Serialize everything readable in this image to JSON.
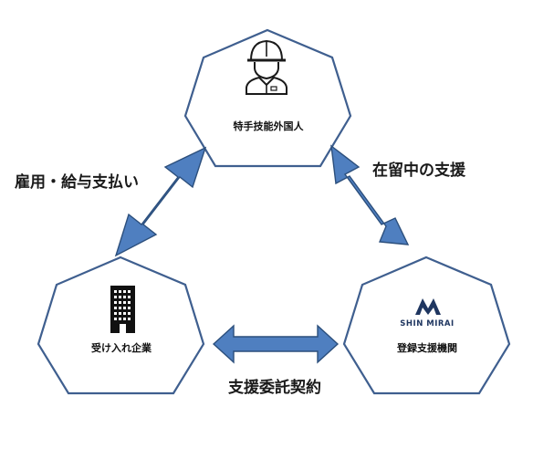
{
  "nodes": {
    "worker": {
      "label": "特手技能外国人",
      "icon": "worker-helmet-icon"
    },
    "company": {
      "label": "受け入れ企業",
      "icon": "office-building-icon"
    },
    "agency": {
      "label": "登録支援機関",
      "icon": "shin-mirai-logo-icon",
      "logo_text": "SHIN MIRAI"
    }
  },
  "edges": {
    "worker_company": {
      "label": "雇用・給与支払い"
    },
    "worker_agency": {
      "label": "在留中の支援"
    },
    "company_agency": {
      "label": "支援委託契約"
    }
  },
  "colors": {
    "node_border": "#3f5f8f",
    "arrow_fill": "#4f7fc0",
    "arrow_border": "#2c4f7c",
    "logo": "#1f3660"
  }
}
